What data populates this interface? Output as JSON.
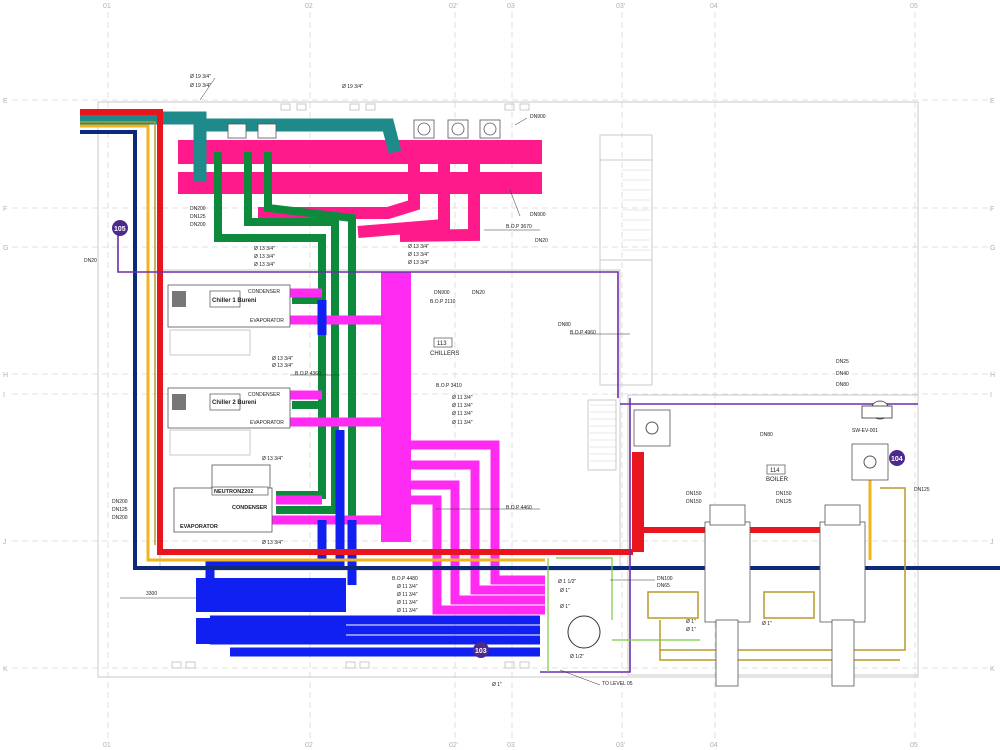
{
  "grid": {
    "columns": [
      "01",
      "02",
      "02'",
      "03",
      "03'",
      "04",
      "05"
    ],
    "rows": [
      "E",
      "F",
      "G",
      "H",
      "I",
      "J",
      "K"
    ]
  },
  "rooms": {
    "r113": {
      "num": "113",
      "name": "CHILLERS"
    },
    "r114": {
      "num": "114",
      "name": "BOILER"
    }
  },
  "tags": {
    "t105": "105",
    "t104": "104",
    "t103": "103"
  },
  "equipment": {
    "chiller1": {
      "name": "Chiller 1 Bureni",
      "condenser": "CONDENSER",
      "evaporator": "EVAPORATOR"
    },
    "chiller2": {
      "name": "Chiller 2 Bureni",
      "condenser": "CONDENSER",
      "evaporator": "EVAPORATOR"
    },
    "chiller3": {
      "name": "NEUTRON2202",
      "condenser": "CONDENSER",
      "evaporator": "EVAPORATOR"
    },
    "valve": "SW-EV-001"
  },
  "colors": {
    "chilled_red": "#e8141e",
    "magenta_header": "#ff1a8c",
    "violet": "#ff2bf2",
    "green": "#0e8a3c",
    "teal": "#1f8a8a",
    "blue": "#1020f0",
    "navy": "#0d2a7a",
    "yellow": "#f0b51e",
    "olive": "#b99a2a",
    "purple": "#6a2fa8",
    "lime": "#7ac943"
  },
  "labels": {
    "d19a": "Ø 19 3/4\"",
    "d19b": "Ø 19 3/4\"",
    "d19c": "Ø 19 3/4\"",
    "dn900a": "DN900",
    "dn900b": "DN900",
    "dn900c": "DN900",
    "dn200a": "DN200",
    "dn125a": "DN125",
    "dn200b": "DN200",
    "dn20a": "DN20",
    "dn20b": "DN20",
    "dn20c": "DN20",
    "bop3670": "B.O.P 3670",
    "bop2110": "B.O.P 2110",
    "bop4360": "B.O.P 4360",
    "bop3410": "B.O.P 3410",
    "bop4960": "B.O.P 4960",
    "bop4460": "B.O.P 4460",
    "bop4480": "B.O.P 4480",
    "d13a": "Ø 13 3/4\"",
    "d13b": "Ø 13 3/4\"",
    "d13c": "Ø 13 3/4\"",
    "d13d": "Ø 13 3/4\"",
    "d13e": "Ø 13 3/4\"",
    "d13f": "Ø 13 3/4\"",
    "d13g": "Ø 13 3/4\"",
    "d13h": "Ø 13 3/4\"",
    "d13i": "Ø 13 3/4\"",
    "d13j": "Ø 13 3/4\"",
    "d11a": "Ø 11 3/4\"",
    "d11b": "Ø 11 3/4\"",
    "d11c": "Ø 11 3/4\"",
    "d11d": "Ø 11 3/4\"",
    "d11e": "Ø 11 3/4\"",
    "d11f": "Ø 11 3/4\"",
    "d11g": "Ø 11 3/4\"",
    "d11h": "Ø 11 3/4\"",
    "dn80a": "DN80",
    "dn25": "DN25",
    "dn40": "DN40",
    "dn80b": "DN80",
    "dn80c": "DN80",
    "dn150a": "DN150",
    "dn150b": "DN150",
    "dn150c": "DN150",
    "dn125b": "DN125",
    "dn125c": "DN125",
    "dn200c": "DN200",
    "dn125d": "DN125",
    "dn200d": "DN200",
    "dn100": "DN100",
    "dn65": "DN65",
    "d1half": "Ø 1 1/2\"",
    "d1a": "Ø 1\"",
    "d1b": "Ø 1\"",
    "d1c": "Ø 1\"",
    "d1d": "Ø 1\"",
    "d1e": "Ø 1\"",
    "d1f": "Ø 1\"",
    "dhalf": "Ø 1/2\"",
    "tolevel": "TO LEVEL 05",
    "dim3300": "3300"
  }
}
